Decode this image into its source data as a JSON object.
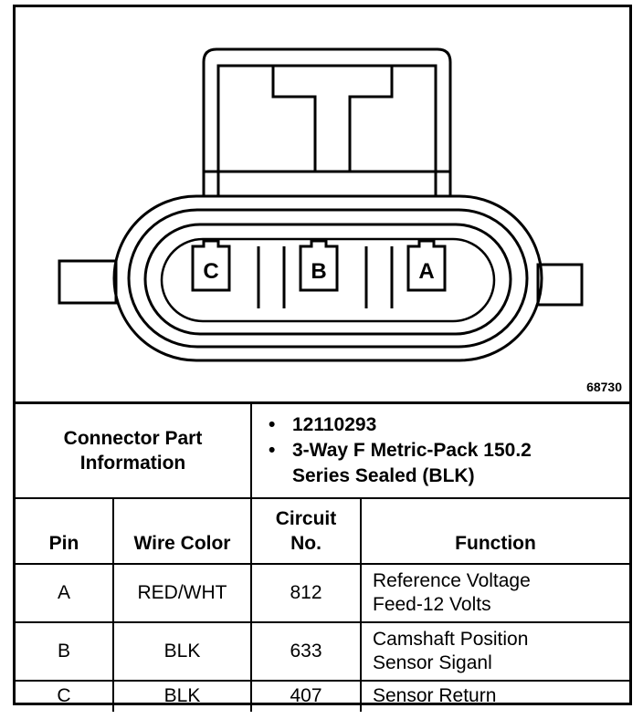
{
  "figure_number": "68730",
  "cavity_labels": [
    "C",
    "B",
    "A"
  ],
  "connector_info": {
    "label": "Connector Part Information",
    "items": [
      "12110293",
      "3-Way F Metric-Pack 150.2 Series Sealed (BLK)"
    ]
  },
  "columns": [
    "Pin",
    "Wire Color",
    "Circuit No.",
    "Function"
  ],
  "rows": [
    {
      "pin": "A",
      "wire_color": "RED/WHT",
      "circuit": "812",
      "function": [
        "Reference Voltage",
        "Feed-12 Volts"
      ]
    },
    {
      "pin": "B",
      "wire_color": "BLK",
      "circuit": "633",
      "function": [
        "Camshaft Position",
        "Sensor Siganl"
      ]
    },
    {
      "pin": "C",
      "wire_color": "BLK",
      "circuit": "407",
      "function": [
        "Sensor Return"
      ]
    }
  ]
}
